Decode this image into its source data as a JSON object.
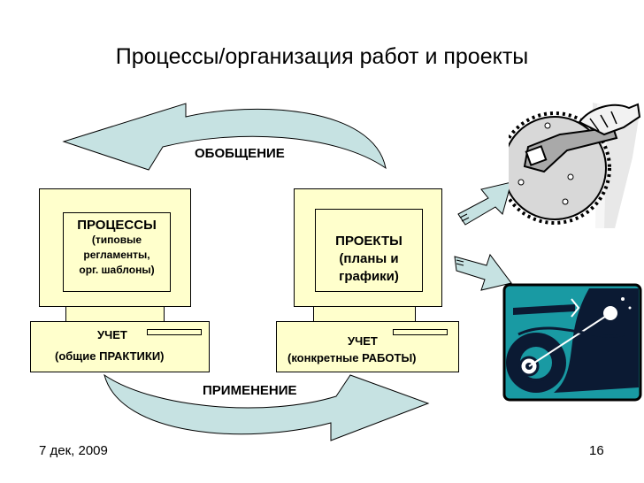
{
  "slide": {
    "title": "Процессы/организация работ и проекты",
    "generalization_label": "ОБОБЩЕНИЕ",
    "application_label": "ПРИМЕНЕНИЕ",
    "left": {
      "heading": "ПРОЦЕССЫ",
      "lines": [
        "(типовые",
        "регламенты,",
        "орг. шаблоны)"
      ],
      "base_title": "УЧЕТ",
      "base_sub": "(общие ПРАКТИКИ)"
    },
    "right": {
      "heading": "ПРОЕКТЫ",
      "lines": [
        "(планы и",
        "графики)"
      ],
      "base_title": "УЧЕТ",
      "base_sub": "(конкретные РАБОТЫ)"
    },
    "date": "7 дек, 2009",
    "page": "16"
  },
  "colors": {
    "arrow_fill": "#c6e2e2",
    "box_fill": "#ffffcc",
    "image_teal": "#199aa3"
  },
  "icons": [
    "wrench-gear-clipart-icon",
    "gear-space-clipart-icon"
  ]
}
